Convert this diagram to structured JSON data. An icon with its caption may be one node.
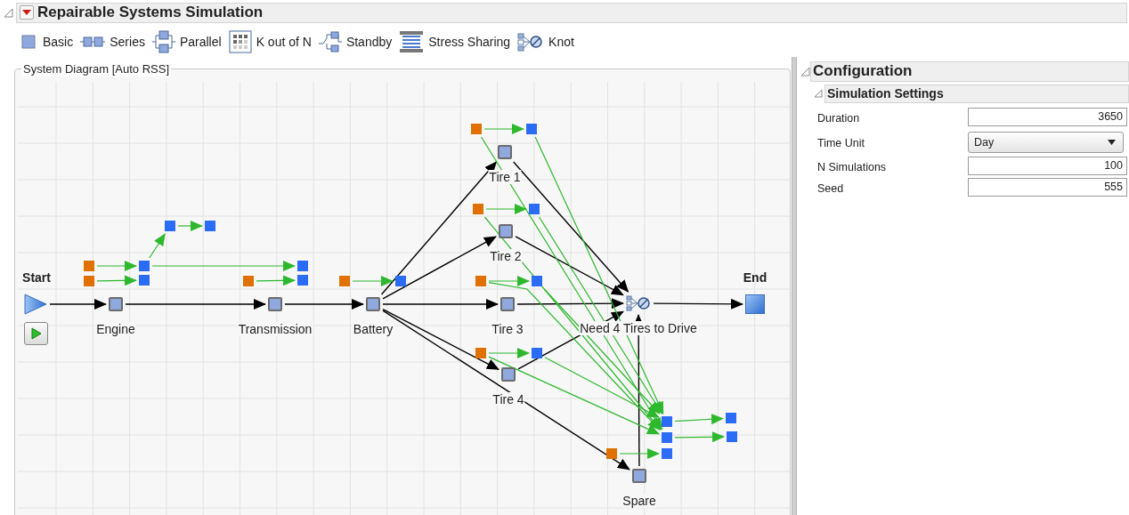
{
  "diagram": {
    "title": "Repairable Systems Simulation",
    "nodes": [
      {
        "text": [],
        "shape": "triangle",
        "beside": [
          "Start"
        ]
      },
      {
        "text": [],
        "shape": "box",
        "beside": [
          "Engine"
        ]
      },
      {
        "text": [],
        "shape": "box",
        "beside": [
          "Transmission"
        ]
      },
      {
        "text": [],
        "shape": "box",
        "beside": [
          "Battery"
        ]
      },
      {
        "text": [],
        "shape": "box",
        "beside": [
          "Tire 1"
        ]
      },
      {
        "text": [],
        "shape": "box",
        "beside": [
          "Tire 2"
        ]
      },
      {
        "text": [],
        "shape": "box",
        "beside": [
          "Tire 3"
        ]
      },
      {
        "text": [],
        "shape": "box",
        "beside": [
          "Tire 4"
        ]
      },
      {
        "text": [],
        "shape": "box",
        "beside": [
          "Spare"
        ]
      },
      {
        "text": [],
        "shape": "picture",
        "beside": [
          "Need 4 Tires to Drive"
        ]
      },
      {
        "text": [],
        "shape": "box",
        "beside": [
          "End"
        ]
      },
      {
        "text": [],
        "shape": "box"
      },
      {
        "text": [],
        "shape": "box"
      },
      {
        "text": [],
        "shape": "box"
      },
      {
        "text": [],
        "shape": "box"
      },
      {
        "text": [],
        "shape": "box"
      },
      {
        "text": [],
        "shape": "box"
      },
      {
        "text": [],
        "shape": "box"
      },
      {
        "text": [],
        "shape": "box"
      },
      {
        "text": [],
        "shape": "box"
      },
      {
        "text": [],
        "shape": "box"
      },
      {
        "text": [],
        "shape": "box"
      },
      {
        "text": [],
        "shape": "box"
      },
      {
        "text": [],
        "shape": "box"
      },
      {
        "text": [],
        "shape": "box"
      },
      {
        "text": [],
        "shape": "box"
      },
      {
        "text": [],
        "shape": "box"
      },
      {
        "text": [],
        "shape": "box"
      },
      {
        "text": [],
        "shape": "box"
      },
      {
        "text": [],
        "shape": "box"
      },
      {
        "text": [],
        "shape": "box"
      },
      {
        "text": [],
        "shape": "box"
      },
      {
        "text": [],
        "shape": "box"
      },
      {
        "text": [],
        "shape": "box"
      },
      {
        "text": [],
        "shape": "box"
      },
      {
        "text": [],
        "shape": "box"
      }
    ],
    "edges": [
      {
        "from": 0,
        "to": 1,
        "arrow": "to",
        "color": "#000000"
      },
      {
        "from": 1,
        "to": 2,
        "arrow": "to",
        "color": "#000000"
      },
      {
        "from": 2,
        "to": 3,
        "arrow": "to",
        "color": "#000000"
      },
      {
        "from": 3,
        "to": 4,
        "arrow": "to",
        "color": "#000000"
      },
      {
        "from": 3,
        "to": 5,
        "arrow": "to",
        "color": "#000000"
      },
      {
        "from": 3,
        "to": 6,
        "arrow": "to",
        "color": "#000000"
      },
      {
        "from": 3,
        "to": 7,
        "arrow": "to",
        "color": "#000000"
      },
      {
        "from": 3,
        "to": 8,
        "arrow": "to",
        "color": "#000000"
      },
      {
        "from": 4,
        "to": 9,
        "arrow": "to",
        "color": "#000000"
      },
      {
        "from": 5,
        "to": 9,
        "arrow": "to",
        "color": "#000000"
      },
      {
        "from": 6,
        "to": 9,
        "arrow": "to",
        "color": "#000000"
      },
      {
        "from": 7,
        "to": 9,
        "arrow": "to",
        "color": "#000000"
      },
      {
        "from": 8,
        "to": 9,
        "arrow": "to",
        "color": "#000000"
      },
      {
        "from": 9,
        "to": 10,
        "arrow": "to",
        "color": "#000000"
      },
      {
        "from": 11,
        "to": 13,
        "arrow": "to"
      },
      {
        "from": 12,
        "to": 14,
        "arrow": "to"
      },
      {
        "from": 13,
        "to": 15,
        "arrow": "to"
      },
      {
        "from": 15,
        "to": 16,
        "arrow": "to"
      },
      {
        "from": 13,
        "to": 18,
        "arrow": "to"
      },
      {
        "from": 17,
        "to": 19,
        "arrow": "to"
      },
      {
        "from": 20,
        "to": 21,
        "arrow": "to"
      },
      {
        "from": 22,
        "to": 23,
        "arrow": "to"
      },
      {
        "from": 24,
        "to": 25,
        "arrow": "to"
      },
      {
        "from": 26,
        "to": 27,
        "arrow": "to"
      },
      {
        "from": 28,
        "to": 29,
        "arrow": "to"
      },
      {
        "from": 30,
        "to": 33,
        "arrow": "to"
      },
      {
        "from": 22,
        "to": 32,
        "arrow": "to"
      },
      {
        "from": 23,
        "to": 31,
        "arrow": "to"
      },
      {
        "from": 24,
        "to": 32,
        "arrow": "to"
      },
      {
        "from": 25,
        "to": 31,
        "arrow": "to"
      },
      {
        "from": 26,
        "to": 32,
        "arrow": "to"
      },
      {
        "from": 27,
        "to": 31,
        "arrow": "to"
      },
      {
        "from": 28,
        "to": 32,
        "arrow": "to"
      },
      {
        "from": 29,
        "to": 31,
        "arrow": "to"
      },
      {
        "from": 31,
        "to": 34,
        "arrow": "to"
      },
      {
        "from": 32,
        "to": 35,
        "arrow": "to"
      }
    ],
    "labels": [
      "Basic",
      "Series",
      "Parallel",
      "K out of N",
      "Standby",
      "Stress Sharing",
      "Knot",
      "System Diagram [Auto RSS]",
      "Configuration",
      "Simulation Settings",
      "Duration",
      "3650",
      "Time Unit",
      "Day",
      "N Simulations",
      "100",
      "Seed",
      "555"
    ]
  }
}
